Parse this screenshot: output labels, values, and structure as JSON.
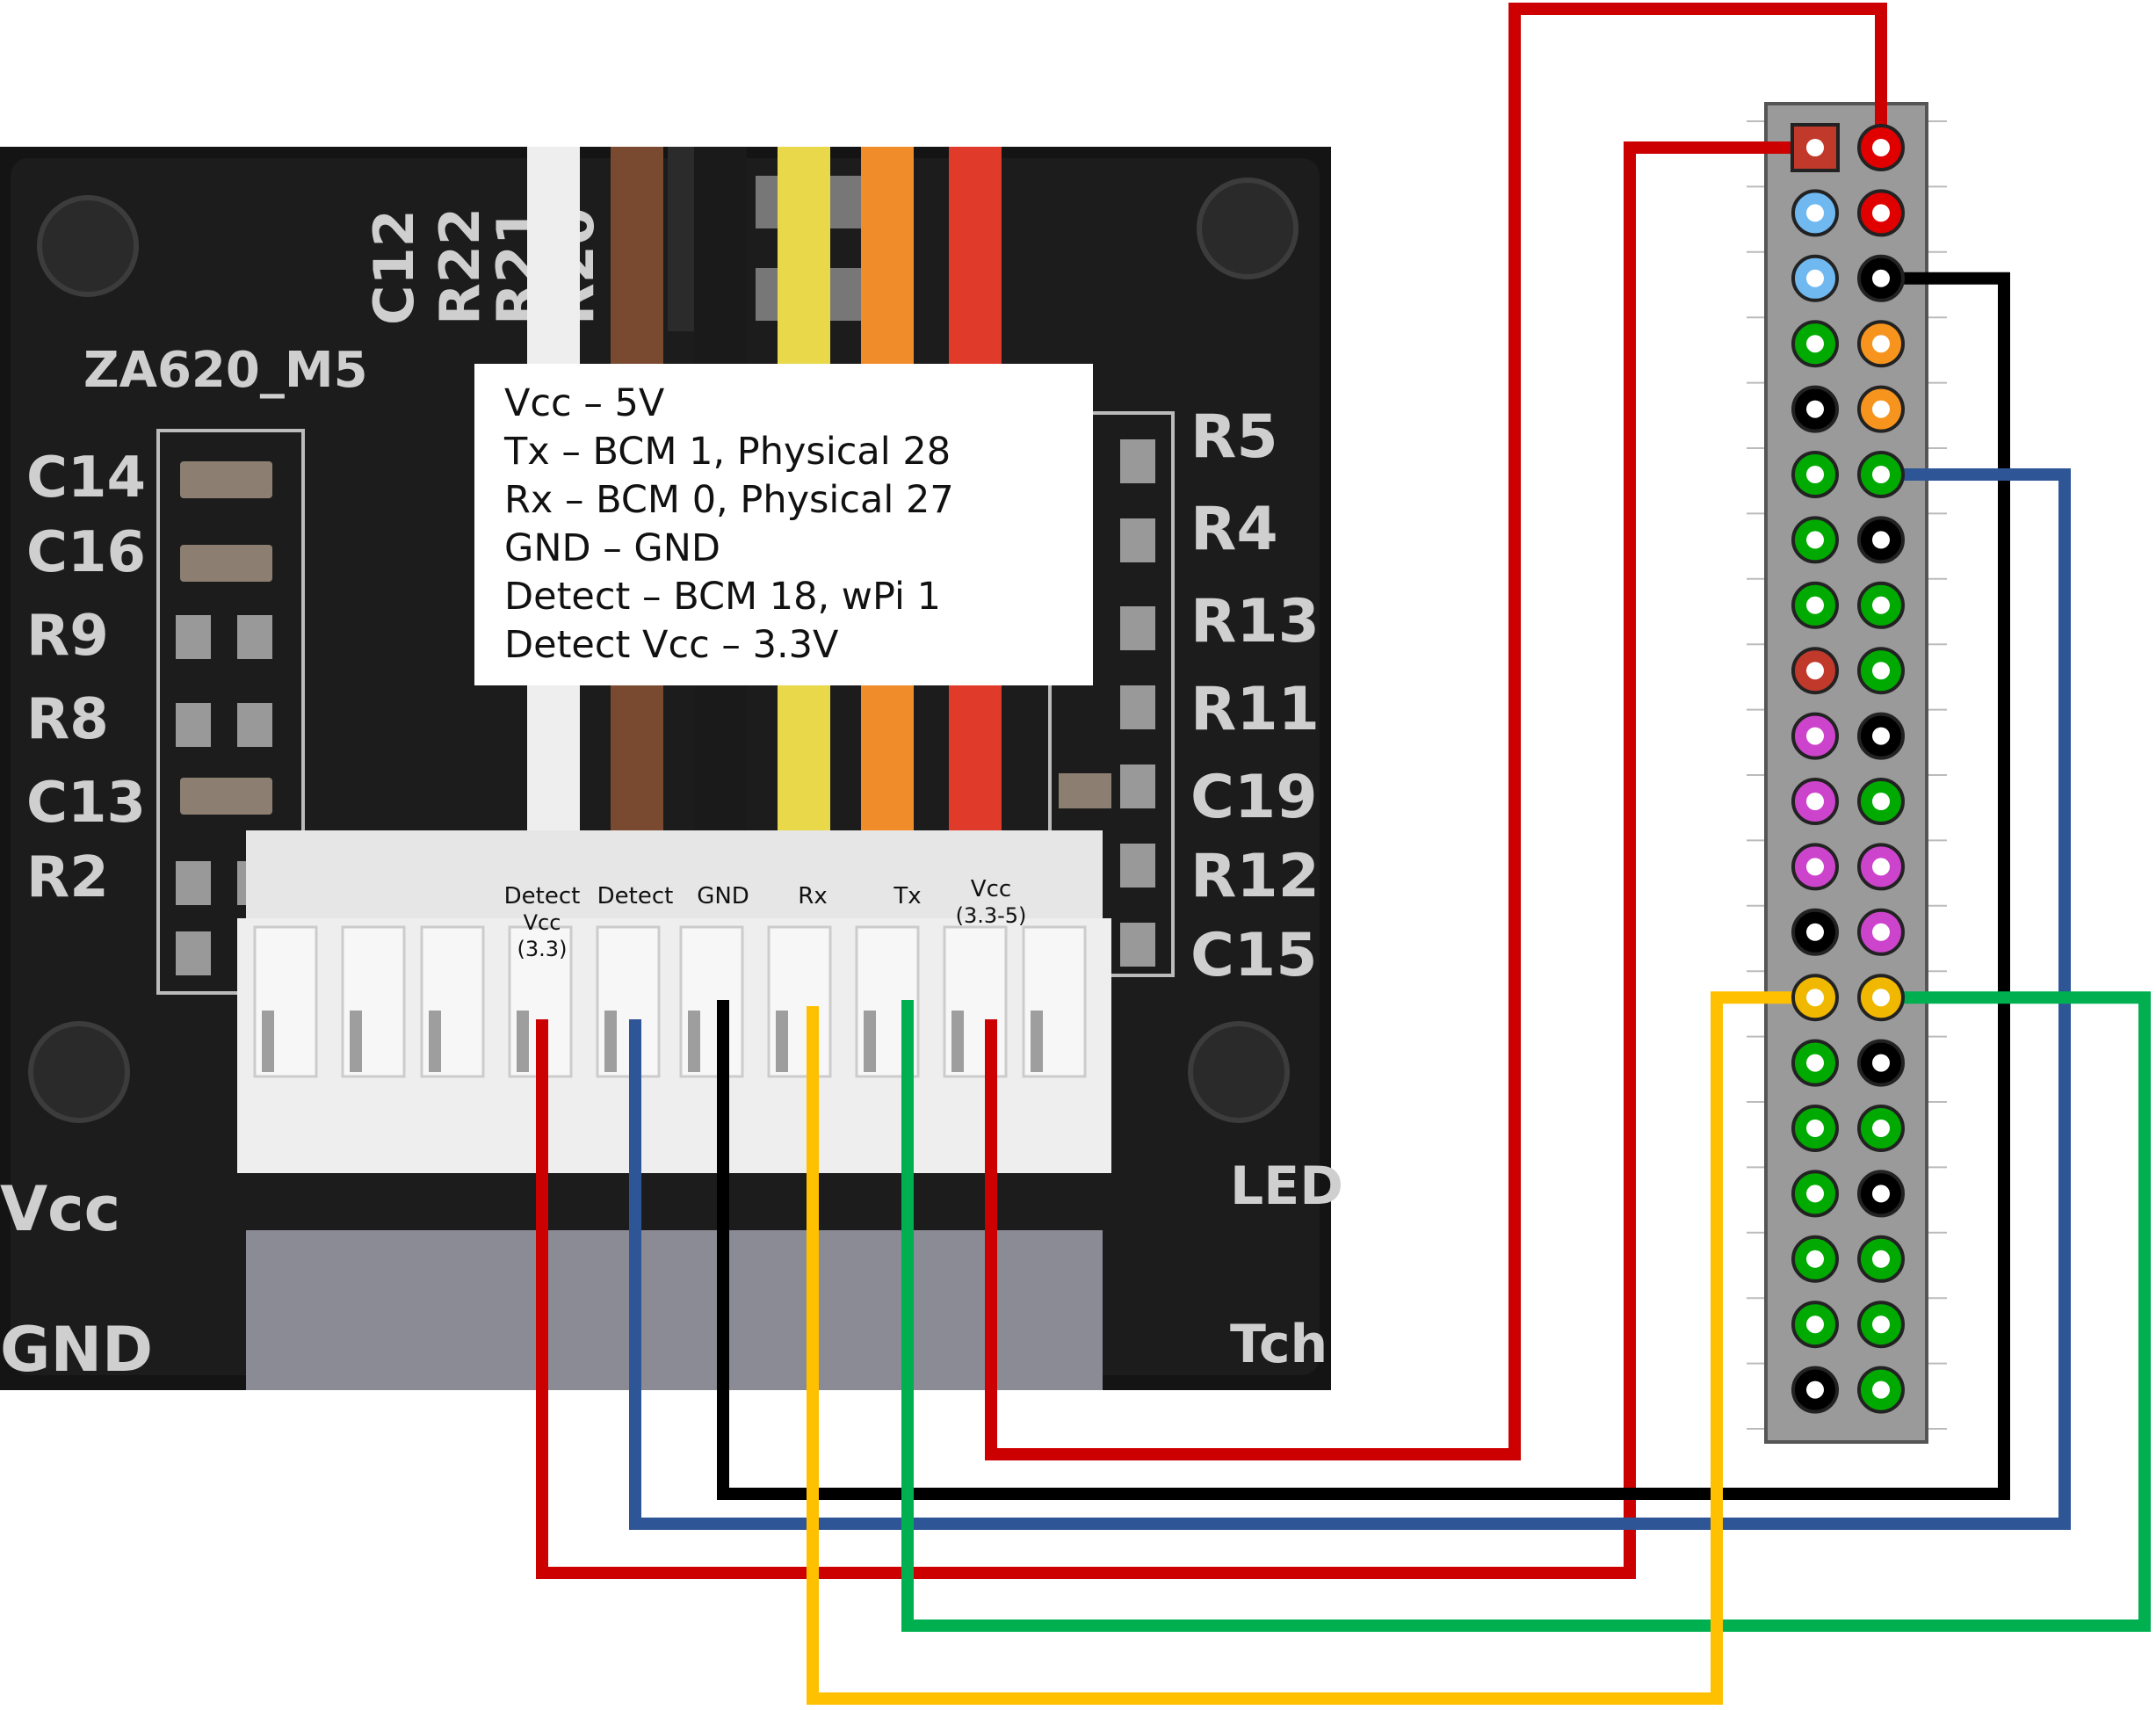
{
  "module": {
    "silkscreen": {
      "name": "ZA620_M5",
      "left_labels": [
        "C14",
        "C16",
        "R9",
        "R8",
        "C13",
        "R2"
      ],
      "right_labels": [
        "R5",
        "R4",
        "R13",
        "R11",
        "C19",
        "R12",
        "C15"
      ],
      "top_labels": [
        "C12",
        "R22",
        "R21",
        "R20"
      ],
      "bottom_left": [
        "Vcc",
        "GND"
      ],
      "bottom_right": [
        "LED",
        "Tch"
      ]
    },
    "photo_wire_colors": [
      "#eeeeee",
      "#7a4a30",
      "#1a1a1a",
      "#e8d84a",
      "#f08c2a",
      "#e03a2a"
    ]
  },
  "notes": {
    "lines": [
      "Vcc – 5V",
      "Tx – BCM 1, Physical 28",
      "Rx – BCM 0, Physical 27",
      "GND – GND",
      "Detect – BCM 18, wPi 1",
      "Detect Vcc – 3.3V"
    ]
  },
  "connector": {
    "pins": [
      {
        "label": [
          "Detect",
          "Vcc",
          "(3.3)"
        ],
        "wire_color": "#cc0000"
      },
      {
        "label": [
          "Detect"
        ],
        "wire_color": "#2e5596"
      },
      {
        "label": [
          "GND"
        ],
        "wire_color": "#000000"
      },
      {
        "label": [
          "Rx"
        ],
        "wire_color": "#ffc000"
      },
      {
        "label": [
          "Tx"
        ],
        "wire_color": "#00b050"
      },
      {
        "label": [
          "Vcc",
          "(3.3-5)"
        ],
        "wire_color": "#cc0000"
      }
    ]
  },
  "header": {
    "rows": 20,
    "left_column_colors": [
      "#c0392b",
      "#6fb8f0",
      "#6fb8f0",
      "#00aa00",
      "#000000",
      "#00aa00",
      "#00aa00",
      "#00aa00",
      "#c0392b",
      "#cc44cc",
      "#cc44cc",
      "#cc44cc",
      "#000000",
      "#f0b800",
      "#00aa00",
      "#00aa00",
      "#00aa00",
      "#00aa00",
      "#00aa00",
      "#000000"
    ],
    "right_column_colors": [
      "#e00000",
      "#e00000",
      "#000000",
      "#f7941d",
      "#f7941d",
      "#00aa00",
      "#000000",
      "#00aa00",
      "#00aa00",
      "#000000",
      "#00aa00",
      "#cc44cc",
      "#cc44cc",
      "#f0b800",
      "#000000",
      "#00aa00",
      "#000000",
      "#00aa00",
      "#00aa00",
      "#00aa00"
    ]
  },
  "wires": [
    {
      "from": "Vcc (3.3-5)",
      "to": "header right pin 1",
      "color": "#cc0000"
    },
    {
      "from": "Detect Vcc (3.3)",
      "to": "header left pin 1",
      "color": "#cc0000"
    },
    {
      "from": "GND",
      "to": "header right pin 3",
      "color": "#000000"
    },
    {
      "from": "Detect",
      "to": "header right pin 6",
      "color": "#2e5596"
    },
    {
      "from": "Tx",
      "to": "header right pin 14",
      "color": "#00b050"
    },
    {
      "from": "Rx",
      "to": "header left pin 14",
      "color": "#ffc000"
    }
  ]
}
